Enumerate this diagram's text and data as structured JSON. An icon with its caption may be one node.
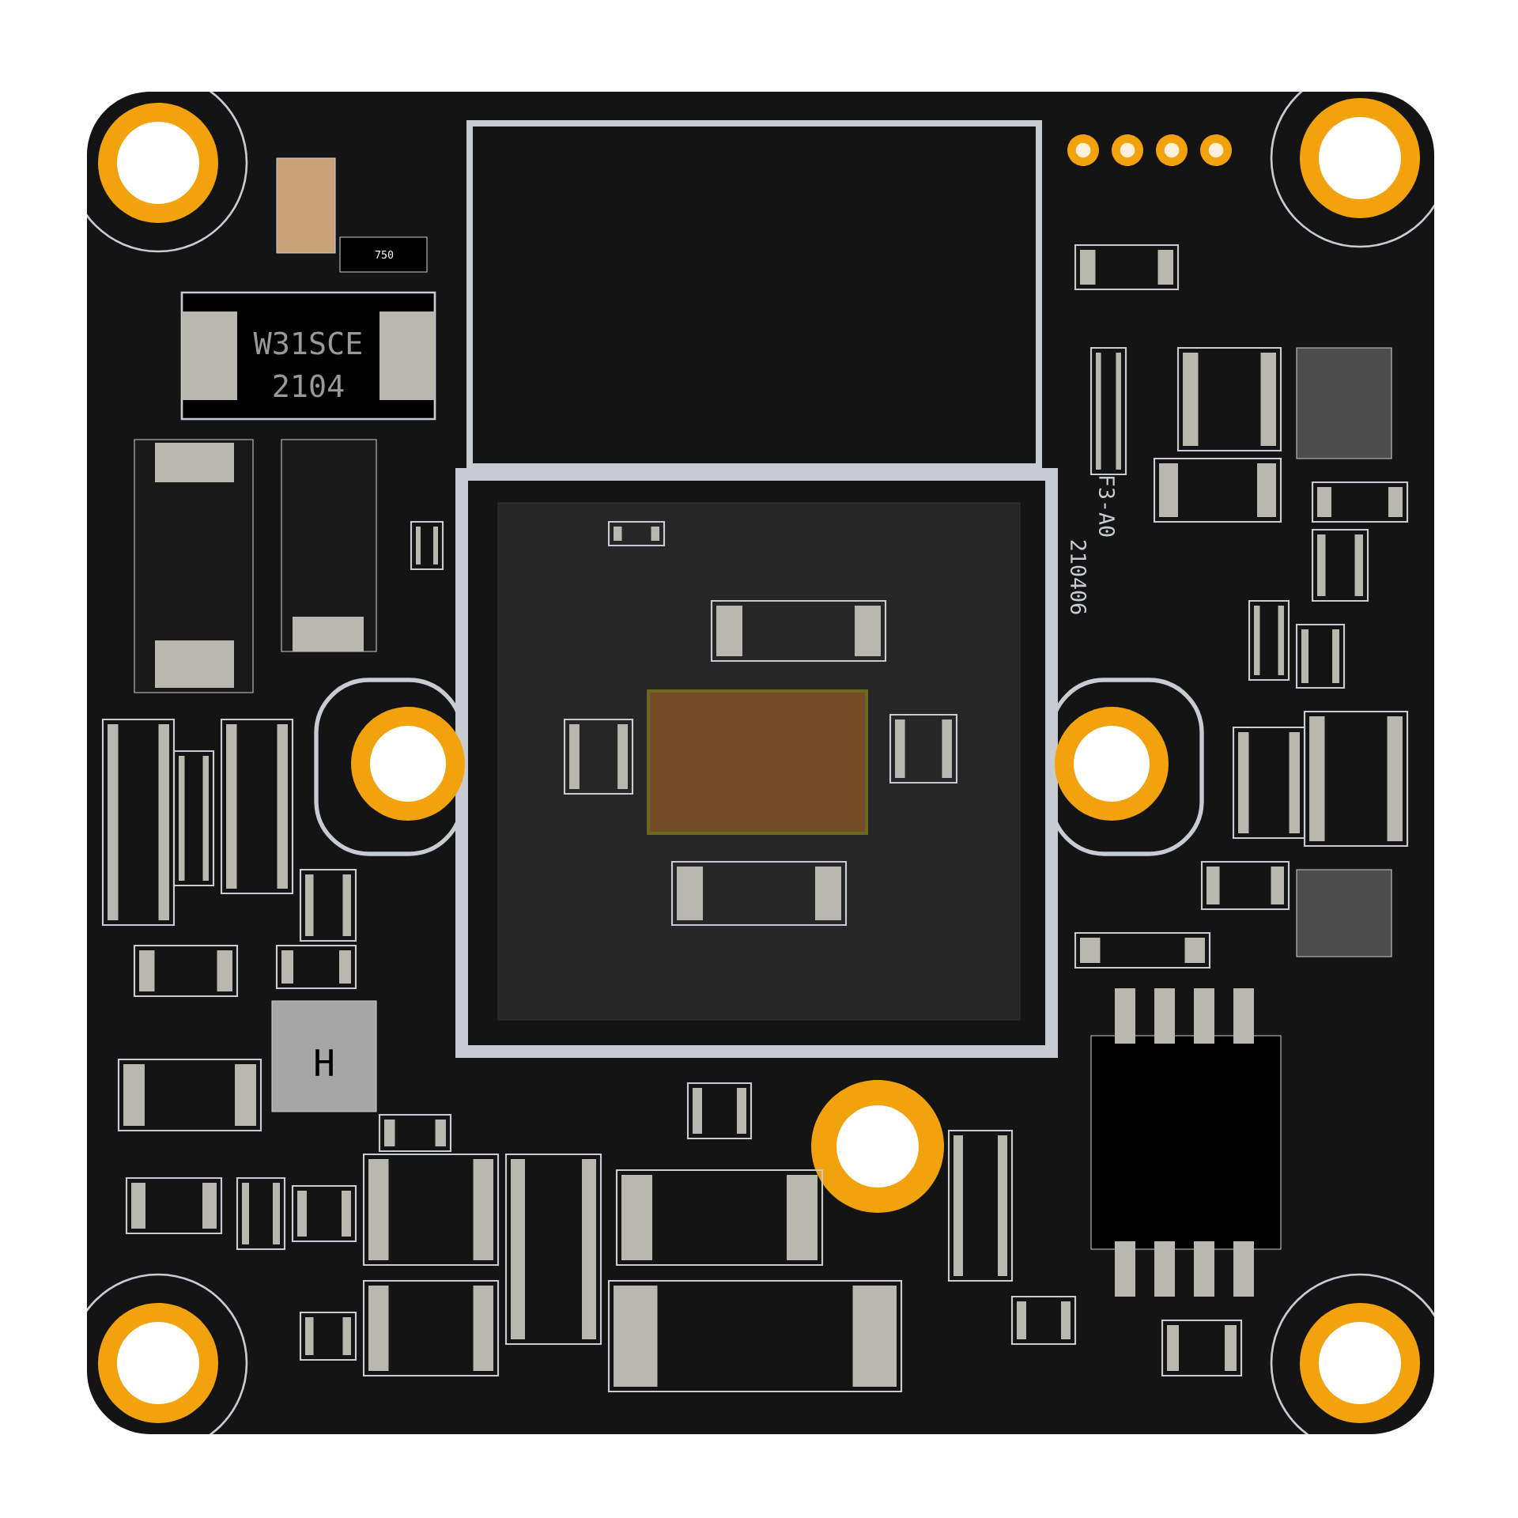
{
  "diagram": {
    "labels": [
      "750",
      "W31SCE",
      "2104",
      "F3-A0",
      "210406",
      "H"
    ]
  }
}
